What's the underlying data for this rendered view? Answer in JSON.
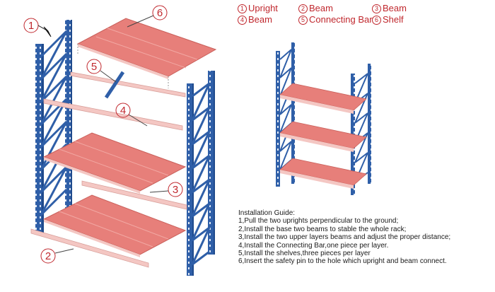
{
  "legend": [
    {
      "num": "1",
      "label": "Upright"
    },
    {
      "num": "2",
      "label": "Beam"
    },
    {
      "num": "3",
      "label": "Beam"
    },
    {
      "num": "4",
      "label": "Beam"
    },
    {
      "num": "5",
      "label": "Connecting Bar"
    },
    {
      "num": "6",
      "label": "Shelf"
    }
  ],
  "callouts": [
    "1",
    "2",
    "3",
    "4",
    "5",
    "6"
  ],
  "guide": {
    "title": "Installation Guide:",
    "steps": [
      "1,Pull the two uprights perpendicular to the ground;",
      "2,Install the base two beams to stable the whole rack;",
      "3,Install the two upper layers beams and adjust the proper distance;",
      "4,Install the Connecting Bar,one piece per layer.",
      "5,Install the shelves,three pieces per layer",
      "6,Insert the safety pin to the hole which upright and beam connect."
    ]
  },
  "colors": {
    "upright": "#2f5fa8",
    "shelf": "#e77f7a",
    "beam": "#f4c7c3",
    "callout": "#c0272d"
  }
}
